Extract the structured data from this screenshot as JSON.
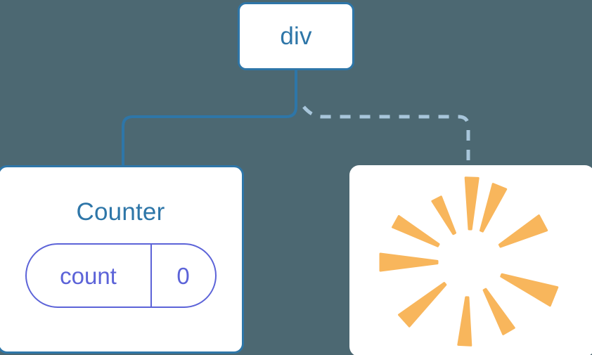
{
  "diagram": {
    "title": "React component tree with state pill and re-render burst",
    "background_color": "#4c6872",
    "node_fill": "#ffffff",
    "node_border_color": "#2e76a8",
    "text_color": "#2e76a8",
    "state_color": "#5c63d8",
    "burst_color": "#f8b65c",
    "edge_solid_color": "#2e76a8",
    "edge_dashed_color": "#a8c6db"
  },
  "nodes": {
    "root": {
      "label": "div",
      "type": "element-node"
    },
    "counter": {
      "label": "Counter",
      "type": "component-node",
      "state": {
        "key": "count",
        "value": "0"
      }
    },
    "burst": {
      "label": "",
      "type": "render-burst-node",
      "icon": "sparkle-burst-icon",
      "ray_count": 10
    }
  },
  "edges": [
    {
      "name": "edge-root-to-counter",
      "from": "root",
      "to": "counter",
      "style": "solid",
      "color": "#2e76a8"
    },
    {
      "name": "edge-root-to-burst",
      "from": "root",
      "to": "burst",
      "style": "dashed",
      "color": "#a8c6db"
    }
  ],
  "burst_rays": [
    {
      "name": "ray-n",
      "angle": -88,
      "inner": 47,
      "outer": 120,
      "half_width": 9
    },
    {
      "name": "ray-nnw",
      "angle": -117,
      "inner": 46,
      "outer": 101,
      "half_width": 7
    },
    {
      "name": "ray-nw",
      "angle": -151,
      "inner": 50,
      "outer": 119,
      "half_width": 9
    },
    {
      "name": "ray-w",
      "angle": 180,
      "inner": 45,
      "outer": 126,
      "half_width": 12
    },
    {
      "name": "ray-sw",
      "angle": 138,
      "inner": 46,
      "outer": 124,
      "half_width": 11
    },
    {
      "name": "ray-s",
      "angle": 93,
      "inner": 50,
      "outer": 118,
      "half_width": 9
    },
    {
      "name": "ray-sse",
      "angle": 60,
      "inner": 45,
      "outer": 113,
      "half_width": 9
    },
    {
      "name": "ray-e",
      "angle": 22,
      "inner": 50,
      "outer": 130,
      "half_width": 14
    },
    {
      "name": "ray-ne",
      "angle": -28,
      "inner": 50,
      "outer": 119,
      "half_width": 12
    },
    {
      "name": "ray-nne",
      "angle": -68,
      "inner": 48,
      "outer": 116,
      "half_width": 10
    }
  ]
}
